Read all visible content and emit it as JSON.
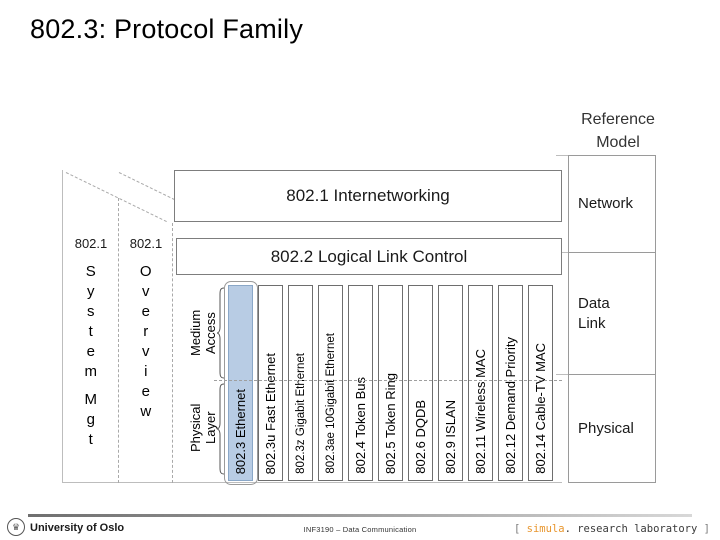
{
  "slide": {
    "title": "802.3: Protocol Family"
  },
  "reference_model": {
    "heading_line1": "Reference",
    "heading_line2": "Model",
    "layers": [
      {
        "name": "Network"
      },
      {
        "name": "Data\nLink"
      },
      {
        "name": "Physical"
      }
    ]
  },
  "management_columns": [
    {
      "number": "802.1",
      "stack_top": "System",
      "stack_bottom": "Mgt"
    },
    {
      "number": "802.1",
      "stack_top": "Overview",
      "stack_bottom": ""
    }
  ],
  "upper_boxes": {
    "internetworking": "802.1 Internetworking",
    "logical_link_control": "802.2 Logical Link Control"
  },
  "sublayer_labels": {
    "medium_access": "Medium\nAccess",
    "physical_layer": "Physical\nLayer"
  },
  "protocols": [
    {
      "label": "802.3 Ethernet",
      "highlight": true
    },
    {
      "label": "802.3u Fast Ethernet",
      "highlight": false
    },
    {
      "label": "802.3z Gigabit Ethernet",
      "highlight": false
    },
    {
      "label": "802.3ae 10Gigabit Ethernet",
      "highlight": false
    },
    {
      "label": "802.4 Token Bus",
      "highlight": false
    },
    {
      "label": "802.5 Token Ring",
      "highlight": false
    },
    {
      "label": "802.6 DQDB",
      "highlight": false
    },
    {
      "label": "802.9 ISLAN",
      "highlight": false
    },
    {
      "label": "802.11 Wireless MAC",
      "highlight": false
    },
    {
      "label": "802.12 Demand Priority",
      "highlight": false
    },
    {
      "label": "802.14 Cable-TV MAC",
      "highlight": false
    }
  ],
  "footer": {
    "institution": "University of Oslo",
    "course": "INF3190 – Data Communication",
    "partner_bracket_open": "[",
    "partner_brand": "simula",
    "partner_rest": ". research laboratory",
    "partner_bracket_close": "]"
  },
  "colors": {
    "highlight": "#b8cce4",
    "brand_orange": "#e8962e",
    "box_border": "#6e6e6e",
    "dashed_guide": "#a9a9a9"
  }
}
